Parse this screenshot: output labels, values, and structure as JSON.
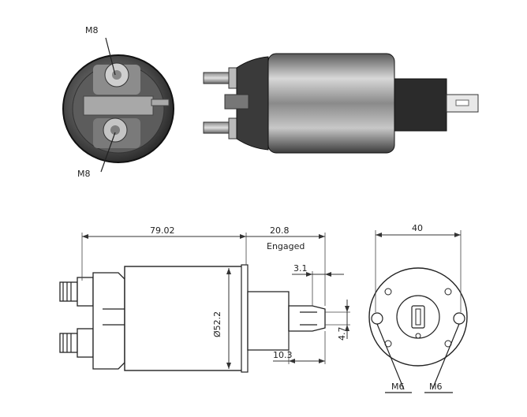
{
  "labels": {
    "top_stud_thread": "M8",
    "bottom_stud_thread": "M8",
    "overall_length": "79.02",
    "plunger_travel": "20.8",
    "travel_note": "Engaged",
    "plunger_offset": "3.1",
    "plunger_tip_length": "10.3",
    "body_diameter": "Ø52.2",
    "slot_width": "4.7",
    "flange_width": "40",
    "left_mount_thread": "M6",
    "right_mount_thread": "M6"
  },
  "colors": {
    "line": "#222222",
    "body_metal": "#9a9a9a",
    "rubber_boot": "#2b2b2b"
  }
}
